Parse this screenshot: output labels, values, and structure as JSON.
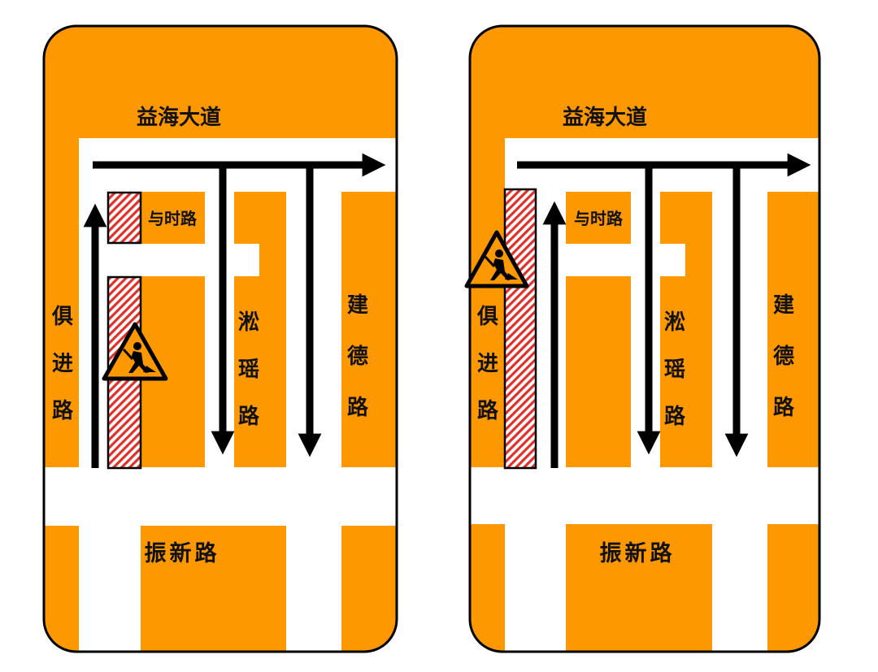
{
  "colors": {
    "block": "#fe9800",
    "road": "#ffffff",
    "outline": "#000000",
    "arrow": "#000000",
    "closure_hatch": "#e0302a",
    "sign_fill": "#fe9800"
  },
  "panels": [
    {
      "id": "before",
      "roads": {
        "top": "益海大道",
        "side": "与时路",
        "left": "俱进路",
        "middle": "淞瑶路",
        "right": "建德路",
        "bottom": "振新路"
      },
      "icons": [
        "construction-sign-icon",
        "road-closure-hatch"
      ]
    },
    {
      "id": "after",
      "roads": {
        "top": "益海大道",
        "side": "与时路",
        "left": "俱进路",
        "middle": "淞瑶路",
        "right": "建德路",
        "bottom": "振新路"
      },
      "icons": [
        "construction-sign-icon",
        "road-closure-hatch"
      ]
    }
  ]
}
